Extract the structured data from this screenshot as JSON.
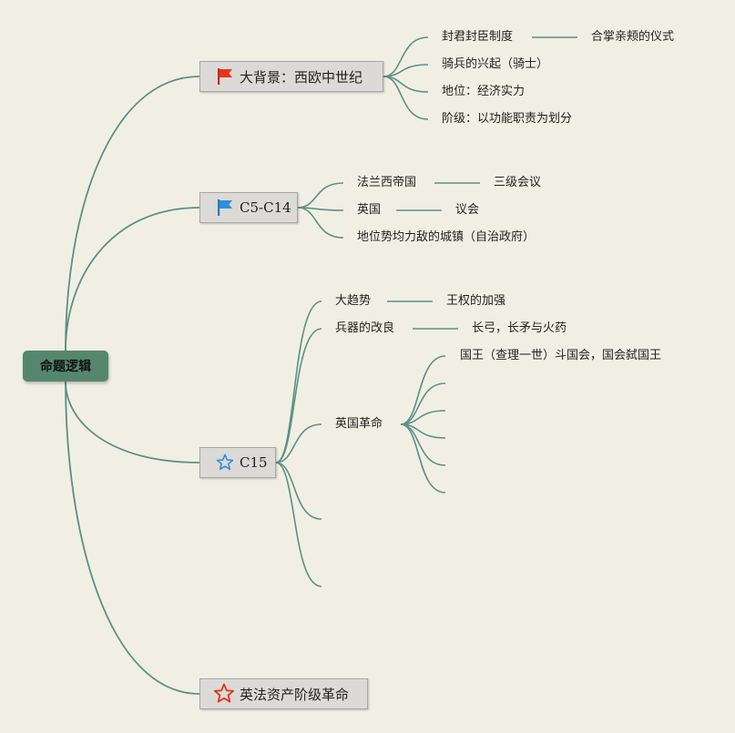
{
  "root": {
    "label": "命题逻辑"
  },
  "branches": [
    {
      "label": "大背景：西欧中世纪",
      "icon": "red-flag-icon",
      "children": [
        {
          "label": "封君封臣制度",
          "child": "合掌亲颊的仪式"
        },
        {
          "label": "骑兵的兴起（骑士）"
        },
        {
          "label": "地位：经济实力"
        },
        {
          "label": "阶级：以功能职责为划分"
        }
      ]
    },
    {
      "label": "C5-C14",
      "icon": "blue-flag-icon",
      "children": [
        {
          "label": "法兰西帝国",
          "child": "三级会议"
        },
        {
          "label": "英国",
          "child": "议会"
        },
        {
          "label": "地位势均力敌的城镇（自治政府）"
        }
      ]
    },
    {
      "label": "C15",
      "icon": "blue-star-icon",
      "children": [
        {
          "label": "大趋势",
          "child": "王权的加强"
        },
        {
          "label": "兵器的改良",
          "child": "长弓，长矛与火药"
        },
        {
          "label": "英国革命",
          "sub": [
            "国王（查理一世）斗国会，国会弑国王",
            "",
            "",
            "",
            "",
            ""
          ]
        },
        {
          "label": ""
        },
        {
          "label": ""
        }
      ]
    },
    {
      "label": "英法资产阶级革命",
      "icon": "red-star-icon",
      "children": []
    }
  ],
  "colors": {
    "background": "#f1efe4",
    "link": "#5b9184",
    "root_fill": "#55876e",
    "topic_fill": "#dbdad6",
    "red_icon": "#e8321e",
    "blue_icon": "#2f8fd8"
  }
}
